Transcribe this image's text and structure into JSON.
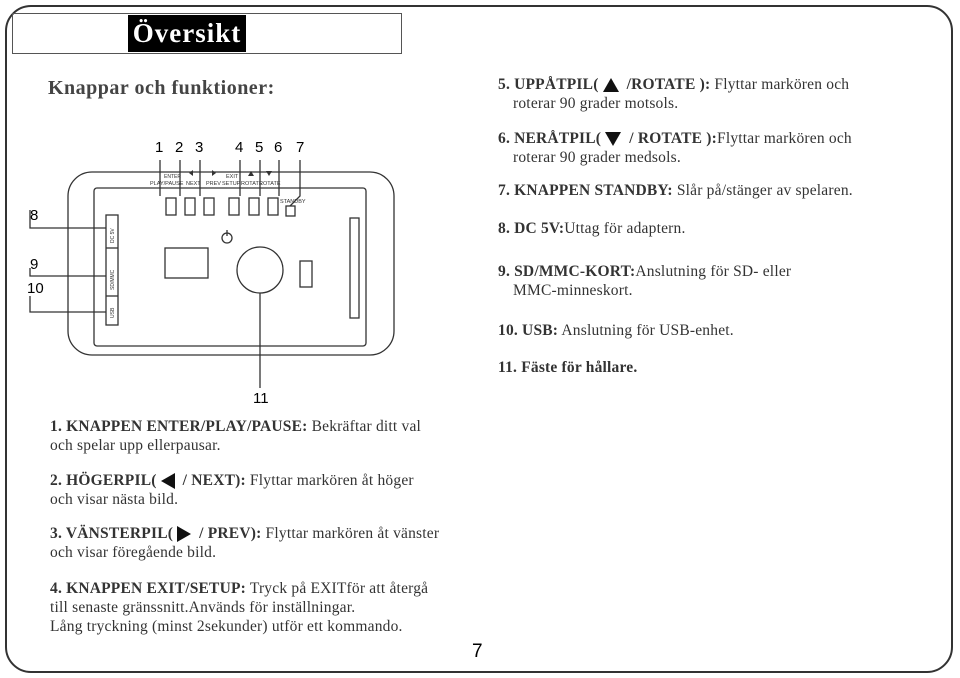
{
  "title": "Översikt",
  "heading": "Knappar och funktioner:",
  "diagram": {
    "top_numbers": [
      "1",
      "2",
      "3",
      "4",
      "5",
      "6",
      "7"
    ],
    "side_numbers": [
      "8",
      "9",
      "10"
    ],
    "bottom_number": "11",
    "button_labels": {
      "enter": "ENTER",
      "playpause": "PLAY/PAUSE",
      "next": "NEXT",
      "prev": "PREV",
      "exit": "EXIT",
      "setup": "SETUP",
      "rotate1": "ROTATE",
      "rotate2": "ROTATE",
      "standby": "STANDBY"
    },
    "side_labels": {
      "dc": "DC 5V",
      "sdmmc": "SD/MMC",
      "usb": "USB"
    }
  },
  "items": [
    {
      "bold": "1. KNAPPEN ENTER/PLAY/PAUSE:",
      "text": " Bekräftar ditt val",
      "line2": "och spelar upp ellerpausar."
    },
    {
      "bold_a": "2. HÖGERPIL(",
      "icon": "left-triangle",
      "bold_b": " / NEXT):",
      "text": " Flyttar markören åt höger",
      "line2": "och visar nästa bild."
    },
    {
      "bold_a": "3. VÄNSTERPIL(",
      "icon": "right-triangle",
      "bold_b": " / PREV):",
      "text": " Flyttar markören åt vänster",
      "line2": "och visar föregående bild."
    },
    {
      "bold": "4. KNAPPEN EXIT/SETUP:",
      "text": " Tryck på EXITför att återgå",
      "line2": "till senaste gränssnitt.Används för inställningar.",
      "line3": "Lång tryckning (minst 2sekunder) utför ett kommando."
    },
    {
      "bold_a": "5. UPPÅTPIL(",
      "icon": "up-triangle",
      "bold_b": " /ROTATE ):",
      "text": " Flyttar markören och",
      "line2": "roterar 90 grader motsols."
    },
    {
      "bold_a": "6. NERÅTPIL(",
      "icon": "down-triangle",
      "bold_b": " / ROTATE ):",
      "text": "Flyttar markören och",
      "line2": "roterar 90 grader medsols."
    },
    {
      "bold": "7. KNAPPEN STANDBY:",
      "text": " Slår på/stänger av spelaren."
    },
    {
      "bold": "8. DC 5V:",
      "text": "Uttag för adaptern."
    },
    {
      "bold": "9. SD/MMC-KORT:",
      "text": "Anslutning för SD- eller",
      "line2": "MMC-minneskort."
    },
    {
      "bold": "10. USB:",
      "text": " Anslutning för USB-enhet."
    },
    {
      "bold": "11. Fäste för hållare."
    }
  ],
  "page_number": "7"
}
